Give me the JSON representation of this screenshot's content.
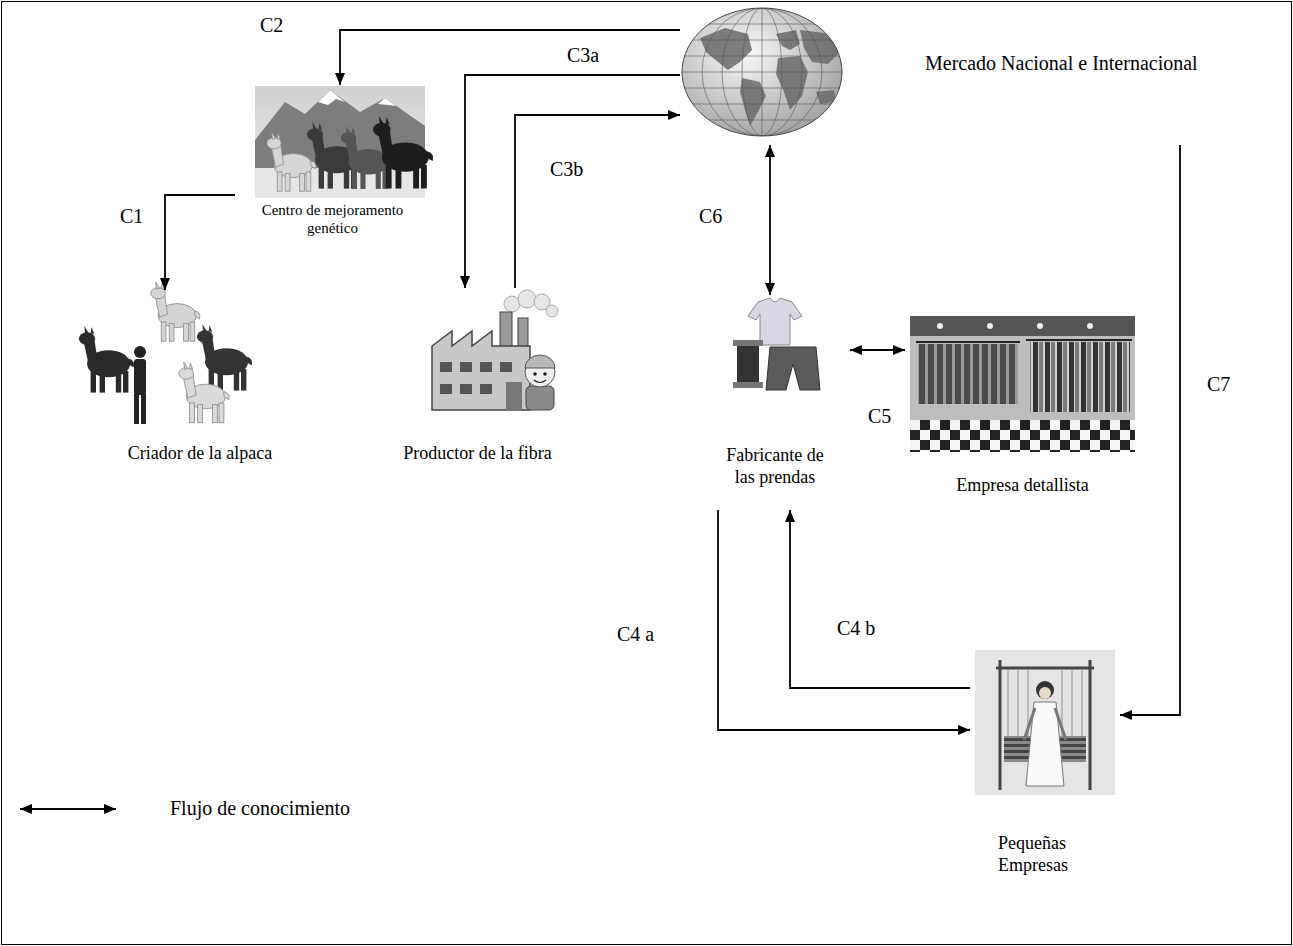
{
  "diagram": {
    "nodes": [
      {
        "text": [
          "Mercado Nacional e Internacional"
        ]
      },
      {
        "text": [
          "Centro de mejoramento genético"
        ]
      },
      {
        "text": [
          "Criador de la alpaca"
        ]
      },
      {
        "text": [
          "Productor de la fibra"
        ]
      },
      {
        "text": [
          "Fabricante de las prendas"
        ]
      },
      {
        "text": [
          "Empresa detallista"
        ]
      },
      {
        "text": [
          "Pequeñas Empresas"
        ]
      }
    ],
    "edges": [
      {
        "from": 0,
        "to": 1,
        "arrow": "to",
        "label": "C2"
      },
      {
        "from": 1,
        "to": 2,
        "arrow": "to",
        "label": "C1"
      },
      {
        "from": 0,
        "to": 3,
        "arrow": "to",
        "label": "C3a"
      },
      {
        "from": 3,
        "to": 0,
        "arrow": "to",
        "label": "C3b"
      },
      {
        "from": 0,
        "to": 4,
        "arrow": "both",
        "label": "C6"
      },
      {
        "from": 4,
        "to": 5,
        "arrow": "both",
        "label": "C5"
      },
      {
        "from": 4,
        "to": 6,
        "arrow": "to",
        "label": "C4 a"
      },
      {
        "from": 6,
        "to": 4,
        "arrow": "to",
        "label": "C4 b"
      },
      {
        "from": 0,
        "to": 6,
        "arrow": "to",
        "label": "C7"
      }
    ],
    "legend": [
      {
        "text": "Flujo de conocimiento"
      }
    ]
  }
}
